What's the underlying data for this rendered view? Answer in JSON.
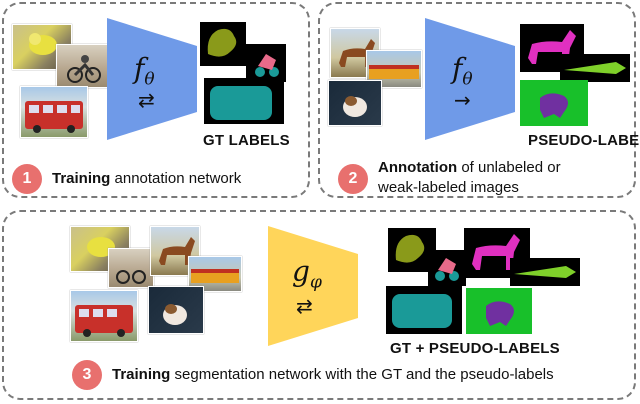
{
  "panel1": {
    "function_symbol": "f",
    "function_subscript": "θ",
    "arrow": "⇄",
    "output_label": "GT LABELS",
    "step_number": "1",
    "step_bold": "Training",
    "step_rest": " annotation network"
  },
  "panel2": {
    "function_symbol": "f",
    "function_subscript": "θ",
    "arrow": "→",
    "output_label": "PSEUDO-LABELS",
    "step_number": "2",
    "step_bold": "Annotation",
    "step_rest_line1": " of unlabeled or",
    "step_rest_line2": "weak-labeled images"
  },
  "panel3": {
    "function_symbol": "g",
    "function_subscript": "φ",
    "arrow": "⇄",
    "output_label": "GT + PSEUDO-LABELS",
    "step_number": "3",
    "step_bold": "Training",
    "step_rest": " segmentation network with the GT and the pseudo-labels"
  },
  "colors": {
    "funnel_f": "#6f9ae8",
    "funnel_g": "#ffd55a",
    "badge": "#e8706e",
    "mask_bird": "#8a9a1a",
    "mask_bike": "#e86a8a",
    "mask_bus": "#1a9a98",
    "mask_horse": "#e030c0",
    "mask_train": "#7fd02a",
    "mask_dog_bg": "#18c02a",
    "mask_dog": "#7030a0"
  }
}
